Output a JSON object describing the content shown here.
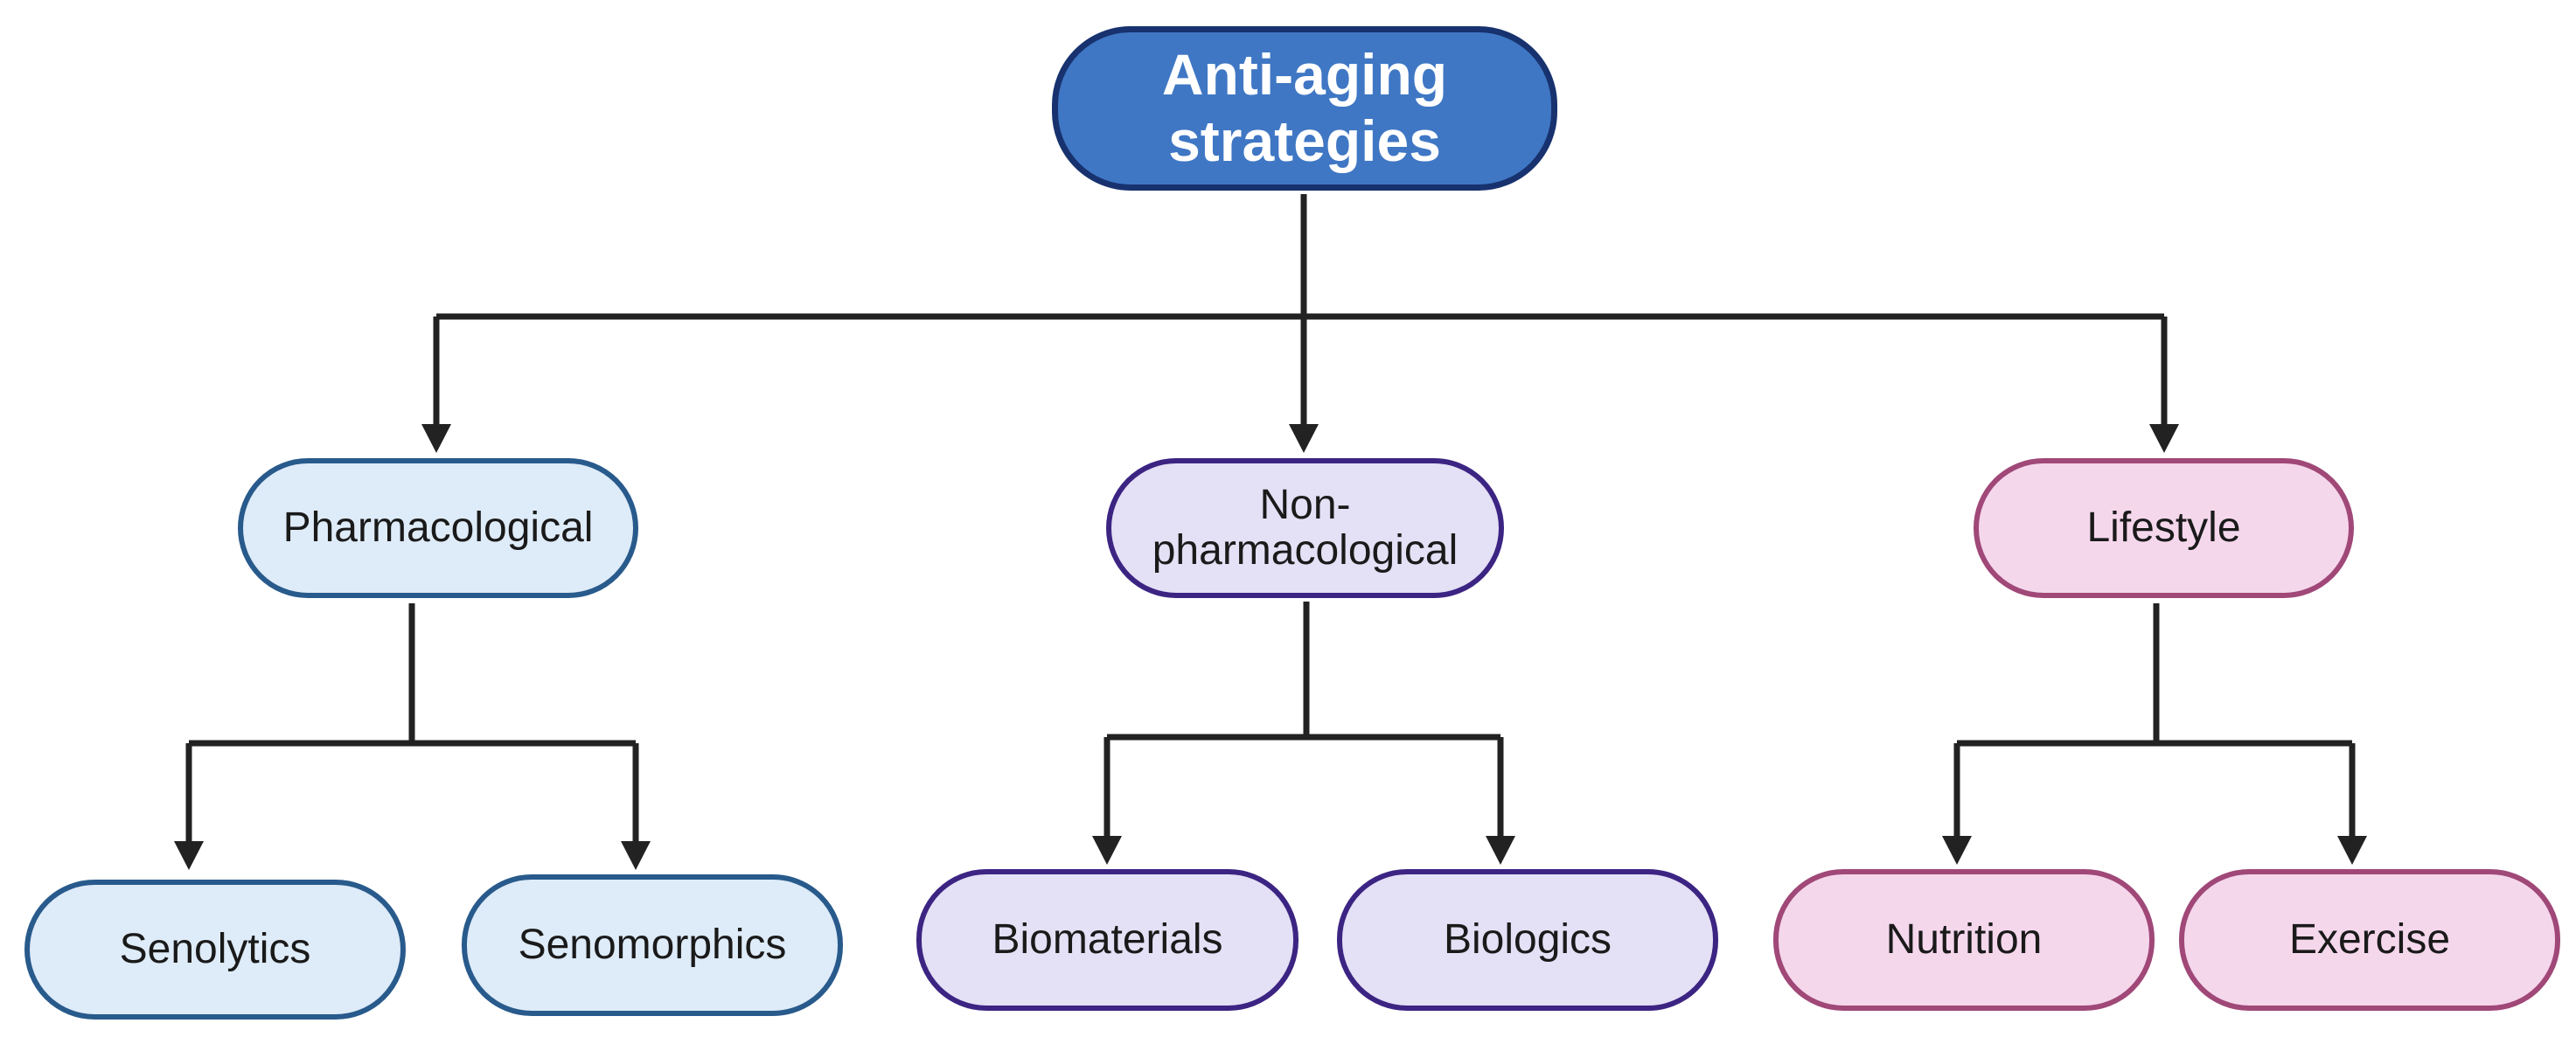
{
  "root": {
    "label": "Anti-aging\nstrategies"
  },
  "categories": [
    {
      "label": "Pharmacological",
      "children": [
        {
          "label": "Senolytics"
        },
        {
          "label": "Senomorphics"
        }
      ]
    },
    {
      "label": "Non-\npharmacological",
      "children": [
        {
          "label": "Biomaterials"
        },
        {
          "label": "Biologics"
        }
      ]
    },
    {
      "label": "Lifestyle",
      "children": [
        {
          "label": "Nutrition"
        },
        {
          "label": "Exercise"
        }
      ]
    }
  ],
  "colors": {
    "connector": "#222222",
    "root_fill": "#3f77c4",
    "root_border": "#17326e",
    "pharmacological_fill": "#deebf8",
    "pharmacological_border": "#285a8c",
    "non_pharmacological_fill": "#e4e0f5",
    "non_pharmacological_border": "#3c2483",
    "lifestyle_fill": "#f5d7ec",
    "lifestyle_border": "#a04878"
  }
}
